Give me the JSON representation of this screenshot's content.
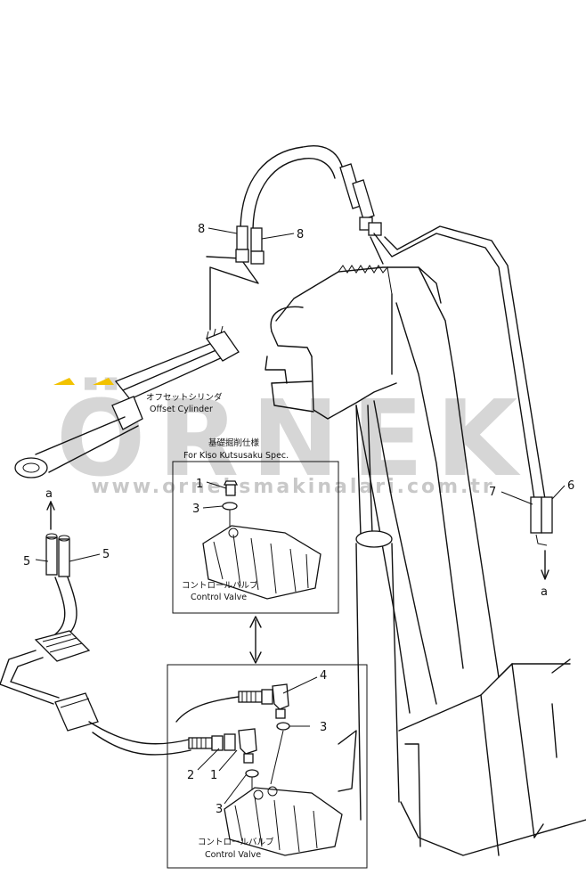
{
  "callouts": {
    "c8a": "8",
    "c8b": "8",
    "c5a": "5",
    "c5b": "5",
    "c6": "6",
    "c7": "7",
    "ca_left": "a",
    "ca_right": "a",
    "c1_upper": "1",
    "c3_upper": "3",
    "c4": "4",
    "c3_lower_right": "3",
    "c2": "2",
    "c1_lower": "1",
    "c3_lower_left": "3"
  },
  "labels": {
    "offset_cylinder_jp": "オフセットシリンダ",
    "offset_cylinder_en": "Offset Cylinder",
    "kiso_spec_jp": "基礎掘削仕様",
    "kiso_spec_en": "For Kiso Kutsusaku Spec.",
    "control_valve_upper_jp": "コントロールバルブ",
    "control_valve_upper_en": "Control Valve",
    "control_valve_lower_jp": "コントロールバルブ",
    "control_valve_lower_en": "Control Valve"
  },
  "watermark": {
    "brand": "ÖRNEK",
    "url": "www.orneksmakinalari.com.tr",
    "color": "#d0d0d0",
    "accent": "#f2c200"
  }
}
